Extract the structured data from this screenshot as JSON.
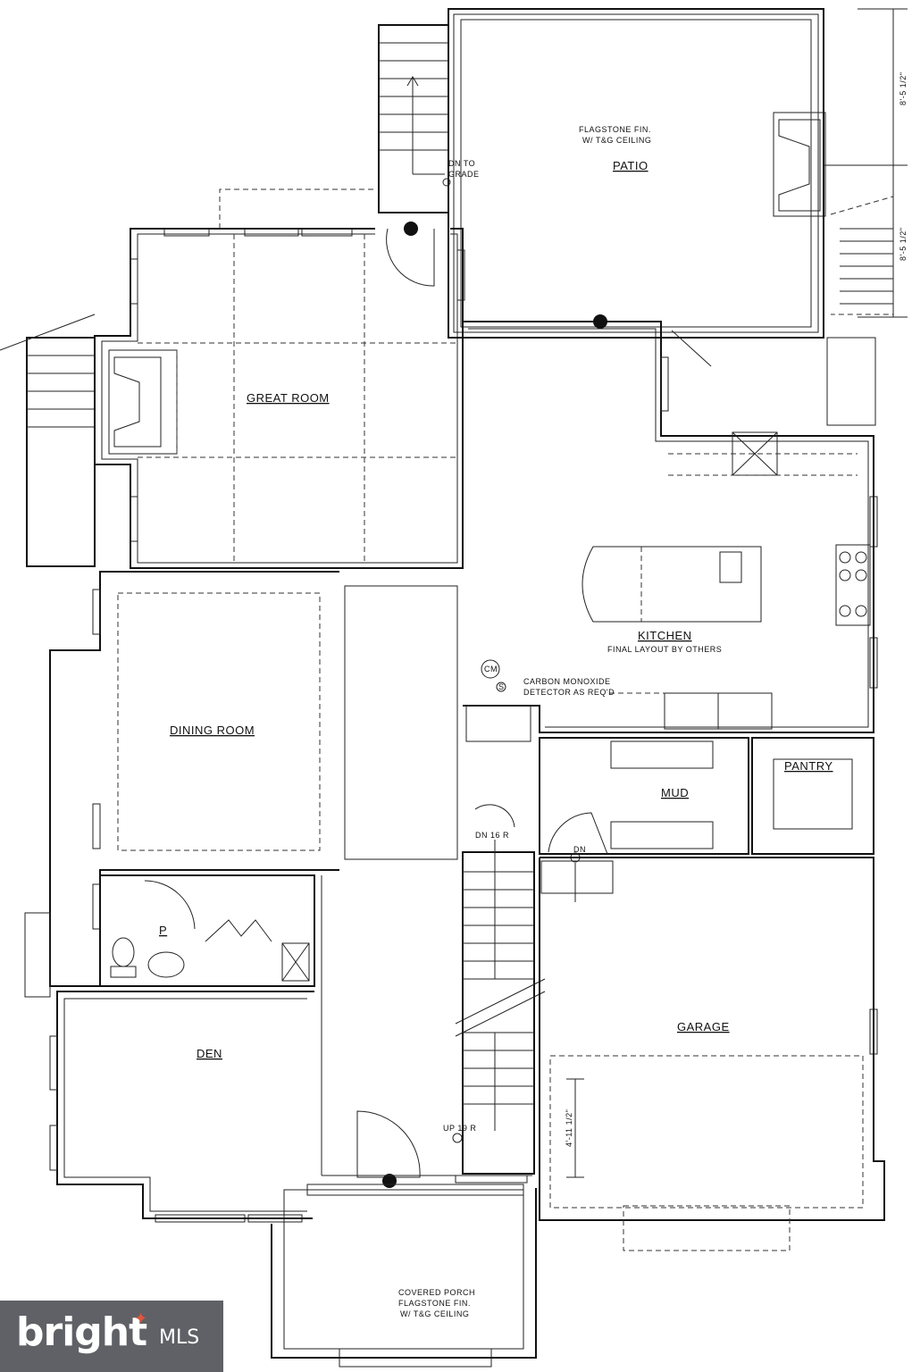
{
  "rooms": {
    "patio": "PATIO",
    "great_room": "GREAT ROOM",
    "kitchen": "KITCHEN",
    "dining_room": "DINING ROOM",
    "pantry": "PANTRY",
    "mud": "MUD",
    "den": "DEN",
    "garage": "GARAGE",
    "powder": "P"
  },
  "notes": {
    "patio_finish_1": "FLAGSTONE FIN.",
    "patio_finish_2": "W/ T&G CEILING",
    "dn_to_grade_1": "DN TO",
    "dn_to_grade_2": "GRADE",
    "kitchen_layout": "FINAL LAYOUT BY OTHERS",
    "co_1": "CARBON MONOXIDE",
    "co_2": "DETECTOR AS REQ'D",
    "co_symbol": "CM",
    "smoke_symbol": "S",
    "dn_16r": "DN 16 R",
    "up_19r": "UP 19  R",
    "dn": "DN",
    "porch_1": "COVERED PORCH",
    "porch_2": "FLAGSTONE FIN.",
    "porch_3": "W/ T&G CEILING"
  },
  "dimensions": {
    "patio_upper": "8'-5 1/2\"",
    "patio_lower": "8'-5 1/2\"",
    "garage_door": "4'-11 1/2\""
  },
  "branding": {
    "logo": "bright",
    "logo_suffix": "MLS"
  }
}
